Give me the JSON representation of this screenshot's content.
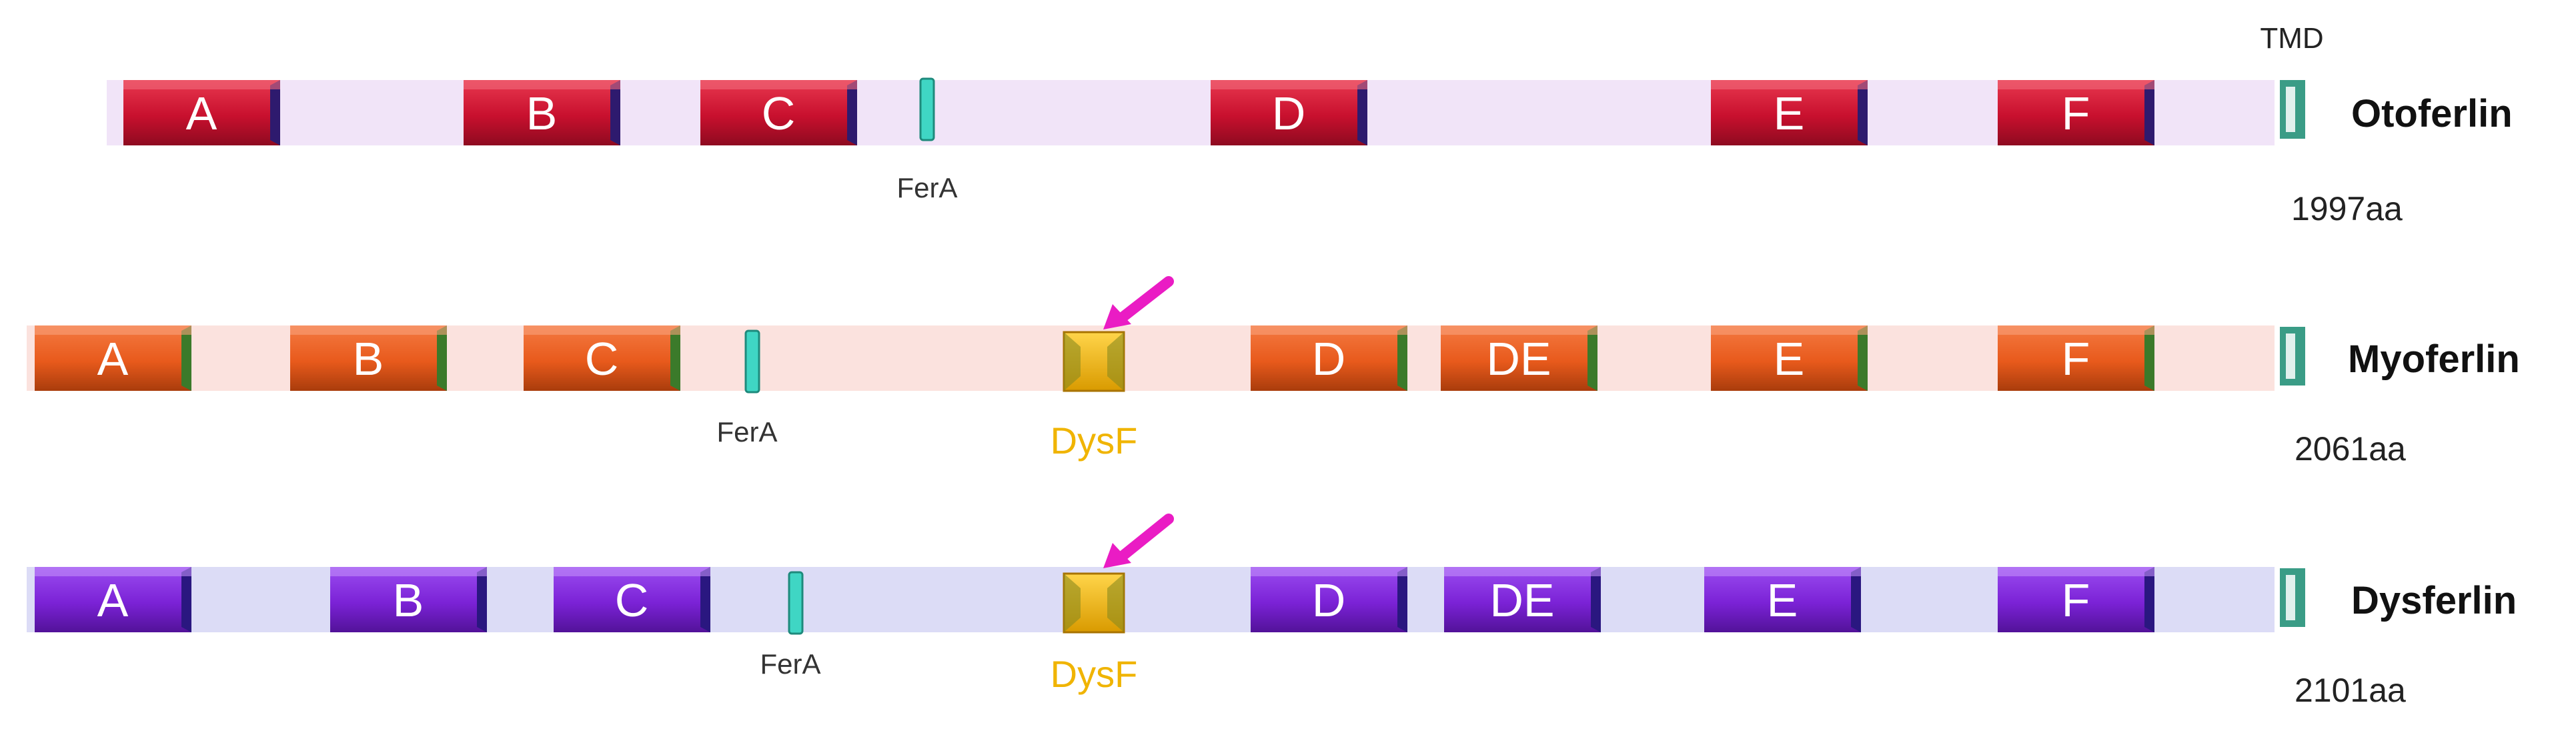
{
  "header": {
    "tmd_label": "TMD"
  },
  "colors": {
    "otoferlin": {
      "domain": "#c8102e",
      "domain_light": "#e8384f",
      "domain_dark": "#8e0a20",
      "edge": "#2e1a6e",
      "backbone": "#f1e4f8"
    },
    "myoferlin": {
      "domain": "#e85a1c",
      "domain_light": "#f47a42",
      "domain_dark": "#a93c0c",
      "edge": "#3b7a2a",
      "backbone": "#fbe2de"
    },
    "dysferlin": {
      "domain": "#7b22d6",
      "domain_light": "#9a4cf0",
      "domain_dark": "#521299",
      "edge": "#2a1780",
      "backbone": "#dcdcf6"
    },
    "fera": "#3fd6c4",
    "dysf": "#f0b400",
    "tmd": "#3a9c86",
    "arrow": "#ea1cc4"
  },
  "proteins": [
    {
      "name": "Otoferlin",
      "length": "1997aa",
      "domains": [
        "A",
        "B",
        "C",
        "D",
        "E",
        "F"
      ],
      "fera_label": "FerA"
    },
    {
      "name": "Myoferlin",
      "length": "2061aa",
      "domains": [
        "A",
        "B",
        "C",
        "D",
        "DE",
        "E",
        "F"
      ],
      "fera_label": "FerA",
      "dysf_label": "DysF"
    },
    {
      "name": "Dysferlin",
      "length": "2101aa",
      "domains": [
        "A",
        "B",
        "C",
        "D",
        "DE",
        "E",
        "F"
      ],
      "fera_label": "FerA",
      "dysf_label": "DysF"
    }
  ]
}
